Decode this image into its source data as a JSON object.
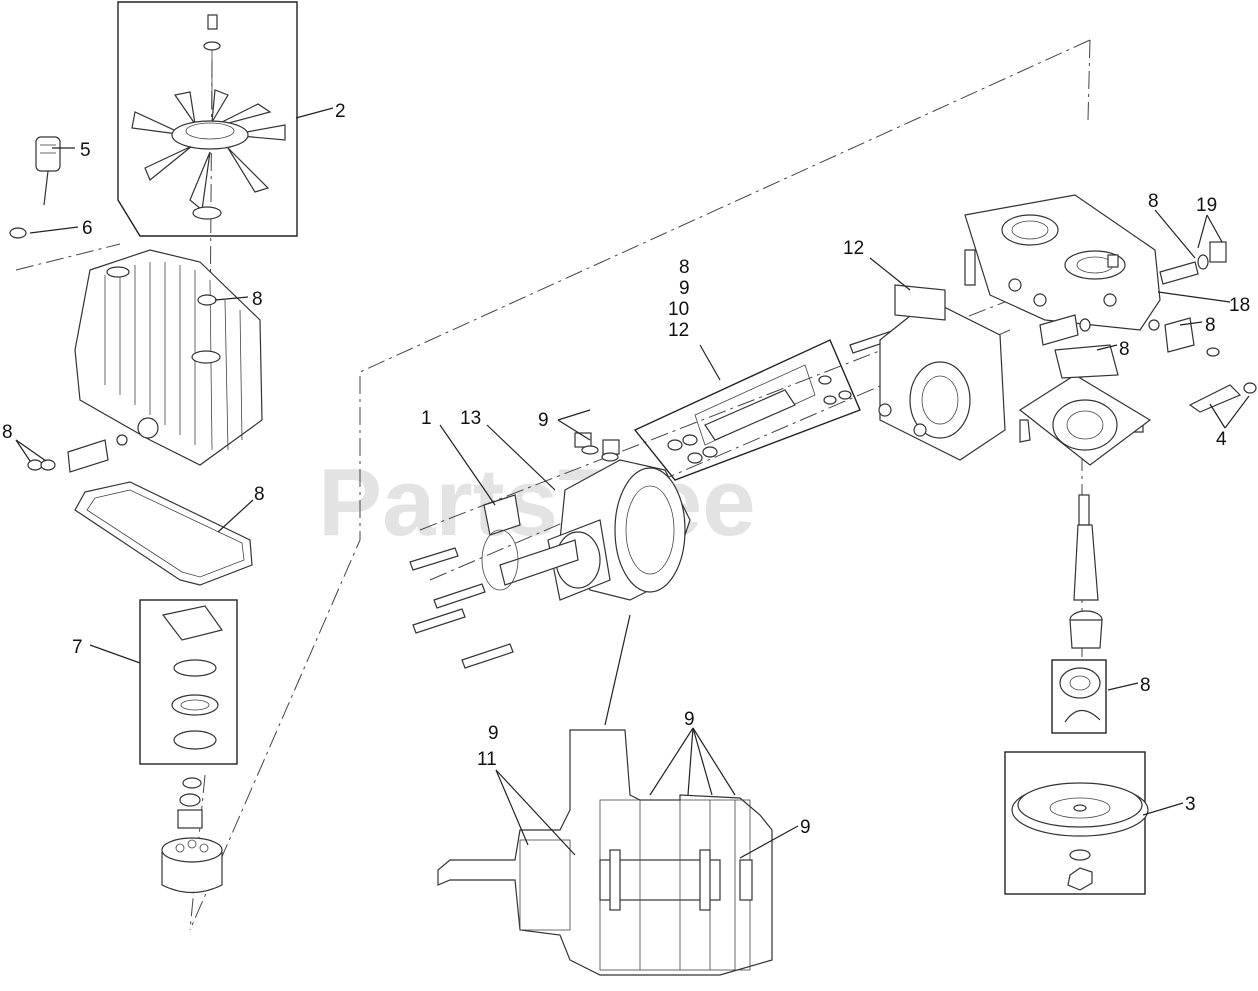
{
  "watermark": "PartsTree",
  "callouts": {
    "c1": "1",
    "c2": "2",
    "c3": "3",
    "c4": "4",
    "c5": "5",
    "c6": "6",
    "c7": "7",
    "c8_fanshroud": "8",
    "c8_left": "8",
    "c8_gasket": "8",
    "c8_top_right": "8",
    "c8_valve": "8",
    "c8_plate": "8",
    "c8_bearing": "8",
    "c9_stack": "9",
    "c9_check": "9",
    "c9_section_left": "9",
    "c9_section_top": "9",
    "c9_section_right": "9",
    "c10": "10",
    "c11": "11",
    "c12_stack": "12",
    "c12_housing": "12",
    "c13": "13",
    "c18": "18",
    "c19": "19"
  }
}
